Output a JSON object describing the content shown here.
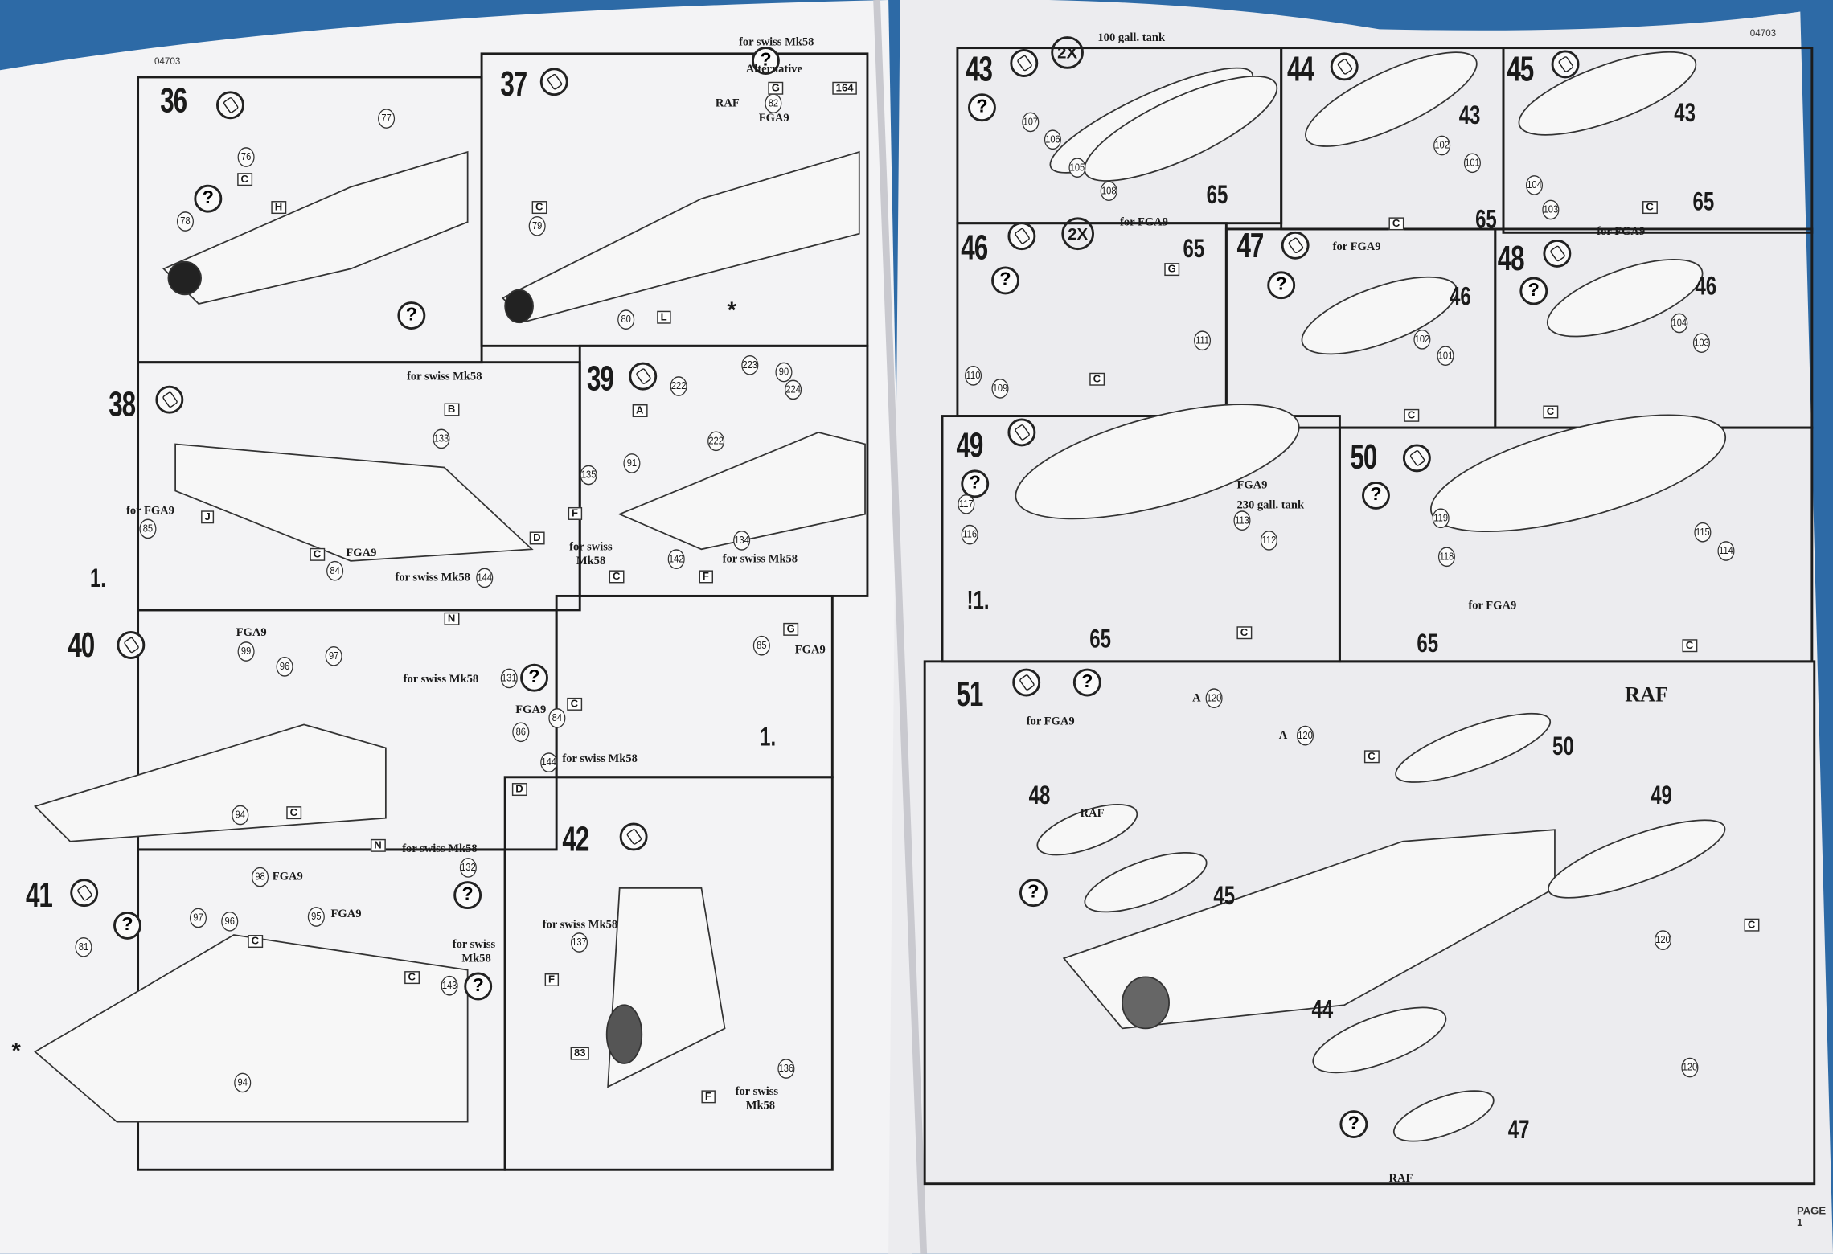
{
  "document": {
    "code_left": "04703",
    "code_right": "04703",
    "page_label": "PAGE 1"
  },
  "steps": [
    {
      "number": "36",
      "labels": [
        "77",
        "76",
        "78",
        "C",
        "H"
      ]
    },
    {
      "number": "37",
      "labels": [
        "for swiss Mk58",
        "Alternative",
        "RAF",
        "82",
        "FGA9",
        "G",
        "164",
        "C",
        "79",
        "80",
        "L",
        "*"
      ]
    },
    {
      "number": "38",
      "labels": [
        "for swiss Mk58",
        "B",
        "133",
        "for FGA9",
        "J",
        "85",
        "C",
        "FGA9",
        "84",
        "for swiss Mk58",
        "144",
        "D",
        "1."
      ]
    },
    {
      "number": "39",
      "labels": [
        "223",
        "90",
        "222",
        "224",
        "A",
        "222",
        "91",
        "135",
        "F",
        "for swiss",
        "Mk58",
        "142",
        "C",
        "134",
        "F",
        "for swiss Mk58"
      ]
    },
    {
      "number": "40",
      "labels": [
        "FGA9",
        "99",
        "96",
        "97",
        "94",
        "C",
        "N",
        "for swiss Mk58",
        "131"
      ]
    },
    {
      "number": "",
      "labels": [
        "85",
        "G",
        "FGA9",
        "FGA9",
        "C",
        "84",
        "86",
        "144",
        "for swiss Mk58",
        "D",
        "1."
      ]
    },
    {
      "number": "41",
      "labels": [
        "98",
        "FGA9",
        "95",
        "FGA9",
        "97",
        "96",
        "C",
        "81",
        "94",
        "N",
        "for swiss Mk58",
        "132",
        "for swiss",
        "Mk58",
        "143",
        "C",
        "*"
      ]
    },
    {
      "number": "42",
      "labels": [
        "for swiss Mk58",
        "137",
        "F",
        "83",
        "136",
        "F",
        "for swiss",
        "Mk58"
      ]
    },
    {
      "number": "43",
      "labels": [
        "2X",
        "100 gall. tank",
        "107",
        "106",
        "105",
        "108",
        "65"
      ]
    },
    {
      "number": "44",
      "labels": [
        "43",
        "102",
        "101",
        "C",
        "65"
      ]
    },
    {
      "number": "45",
      "labels": [
        "43",
        "104",
        "103",
        "C",
        "65"
      ]
    },
    {
      "number": "46",
      "labels": [
        "2X",
        "for FGA9",
        "65",
        "G",
        "110",
        "109",
        "111",
        "C"
      ]
    },
    {
      "number": "47",
      "labels": [
        "for FGA9",
        "46",
        "102",
        "101",
        "C"
      ]
    },
    {
      "number": "48",
      "labels": [
        "for FGA9",
        "46",
        "104",
        "103",
        "C"
      ]
    },
    {
      "number": "49",
      "labels": [
        "FGA9",
        "230 gall. tank",
        "117",
        "116",
        "113",
        "112",
        "C",
        "!1.",
        "65"
      ]
    },
    {
      "number": "50",
      "labels": [
        "119",
        "118",
        "115",
        "114",
        "for FGA9",
        "C",
        "65"
      ]
    },
    {
      "number": "51",
      "labels": [
        "for FGA9",
        "A",
        "120",
        "A",
        "120",
        "C",
        "50",
        "RAF",
        "48",
        "RAF",
        "45",
        "49",
        "120",
        "C",
        "44",
        "47",
        "RAF",
        "120"
      ]
    }
  ]
}
